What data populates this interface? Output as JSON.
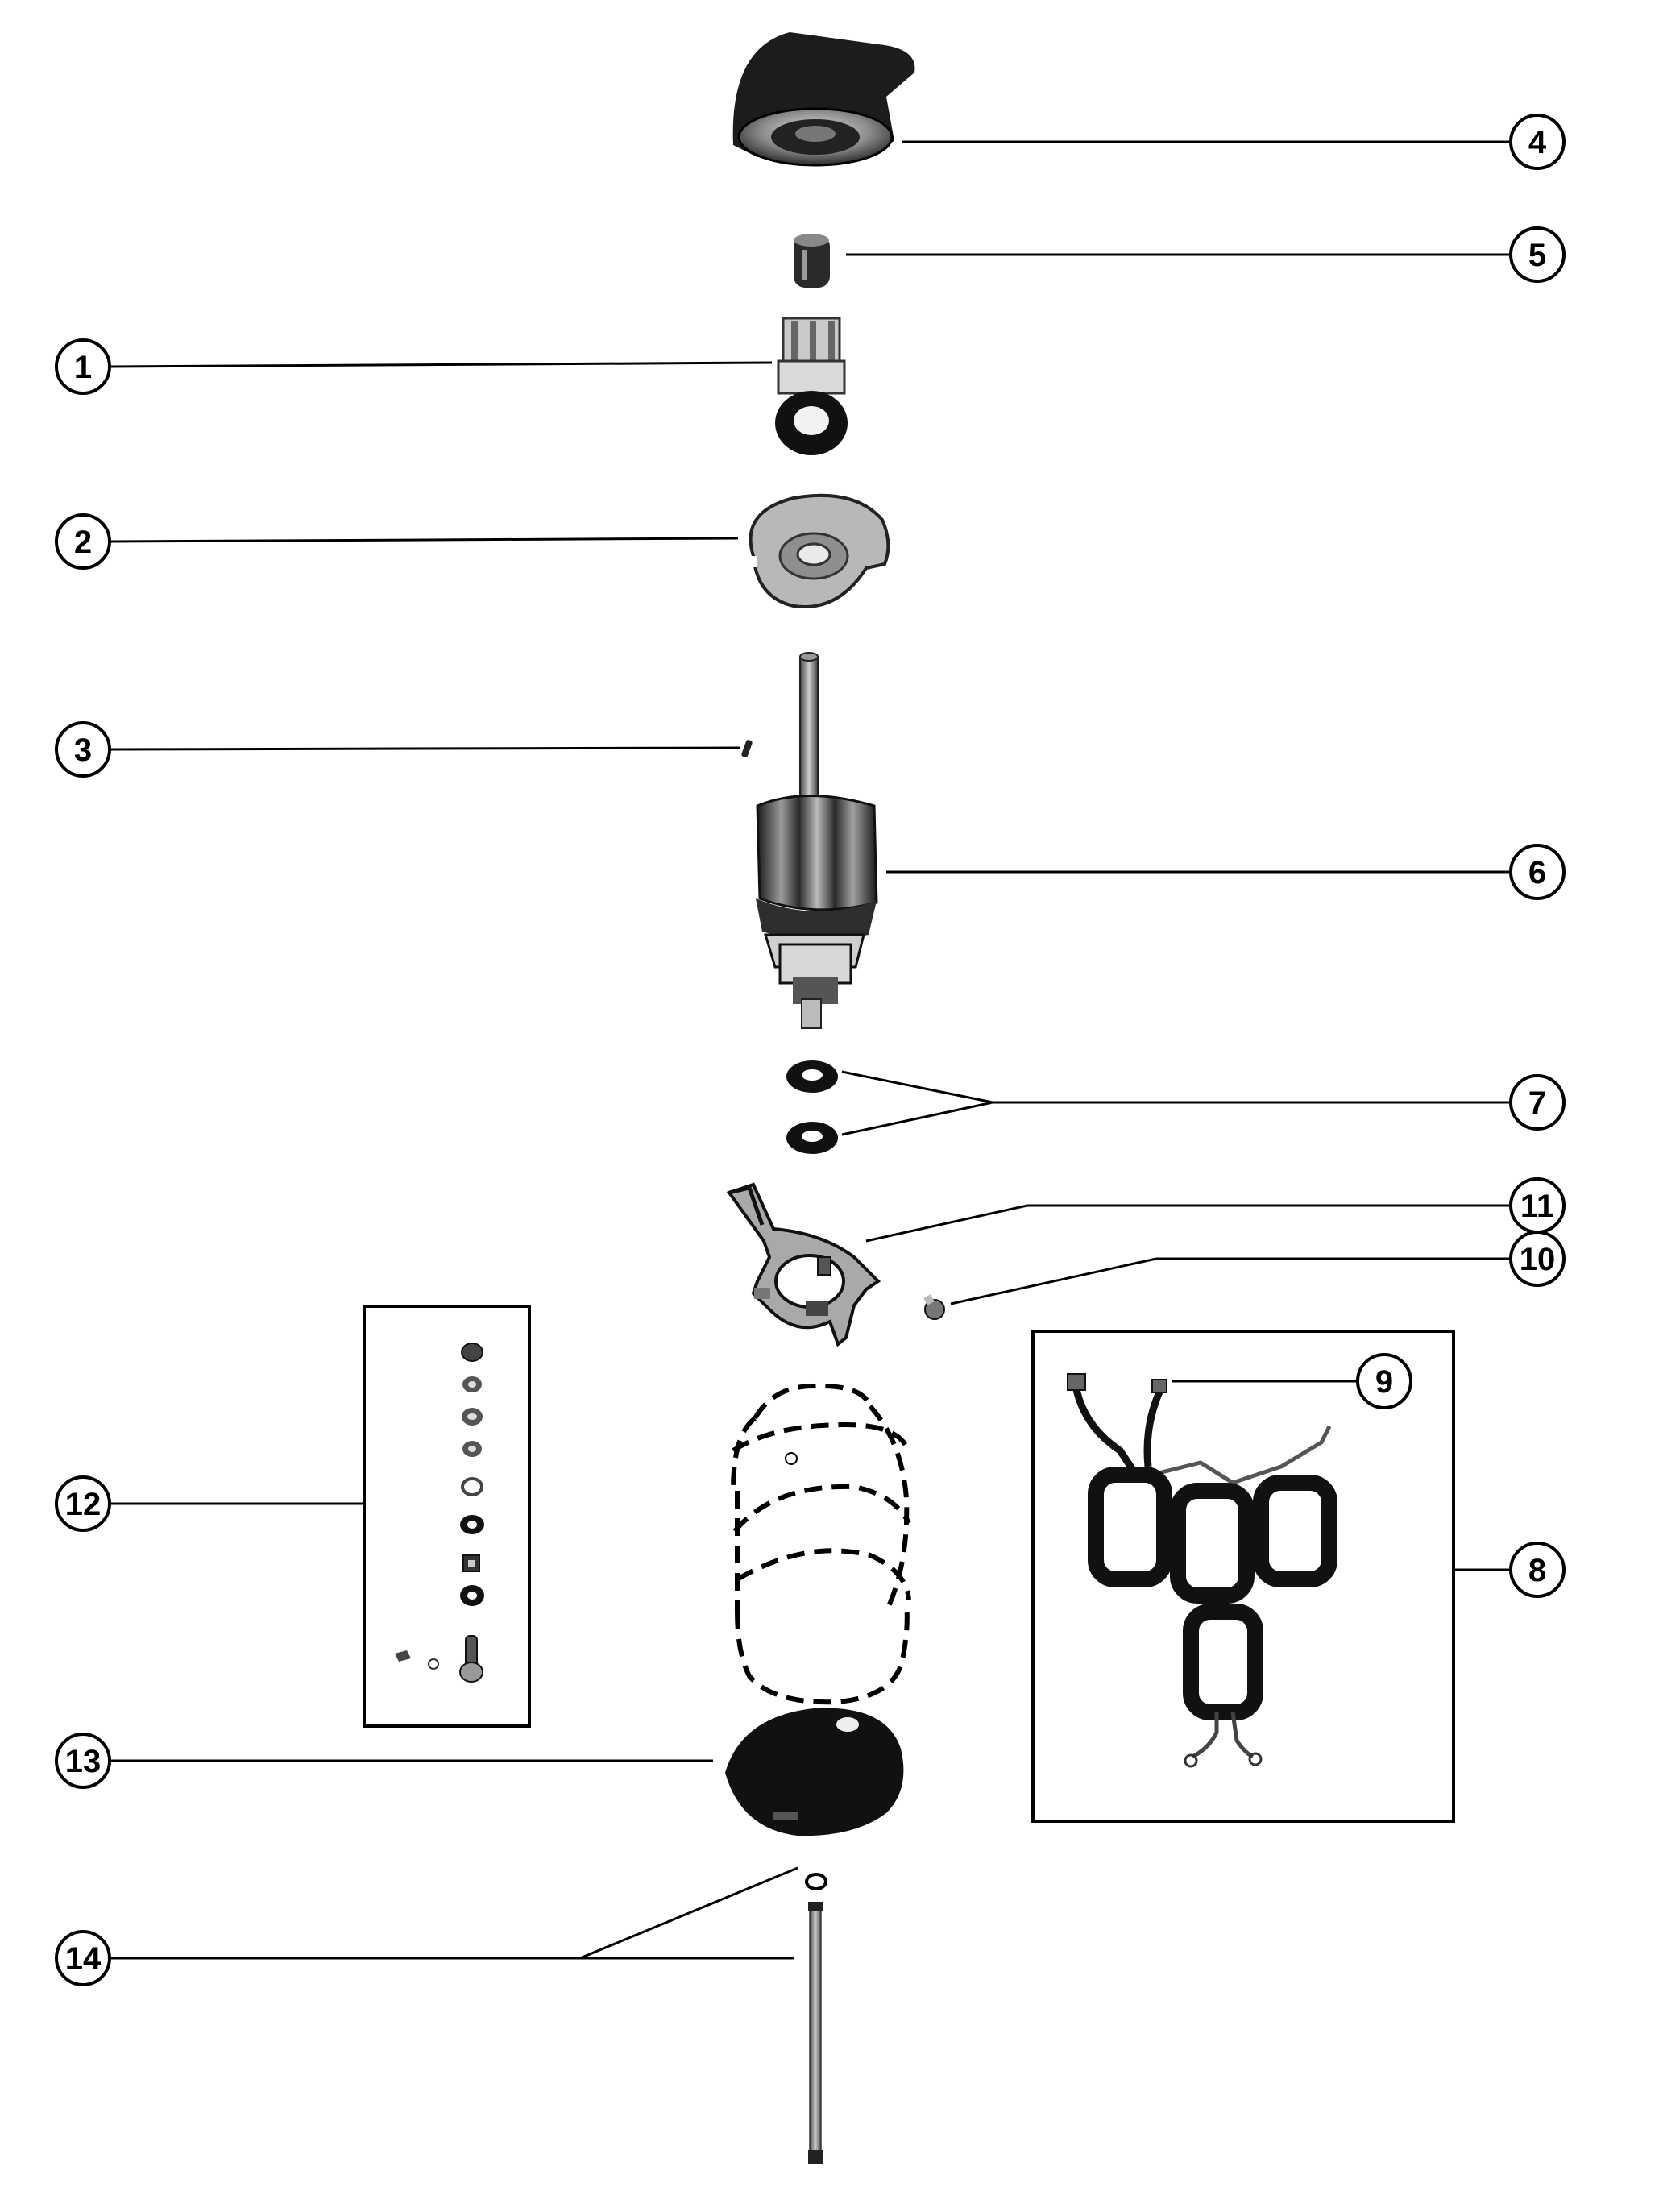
{
  "callouts": {
    "c1": "1",
    "c2": "2",
    "c3": "3",
    "c4": "4",
    "c5": "5",
    "c6": "6",
    "c7": "7",
    "c8": "8",
    "c9": "9",
    "c10": "10",
    "c11": "11",
    "c12": "12",
    "c13": "13",
    "c14": "14"
  },
  "colors": {
    "ink": "#000000",
    "paper": "#ffffff",
    "metal_light": "#bdbdbd",
    "metal_mid": "#7a7a7a",
    "metal_dark": "#2a2a2a"
  }
}
